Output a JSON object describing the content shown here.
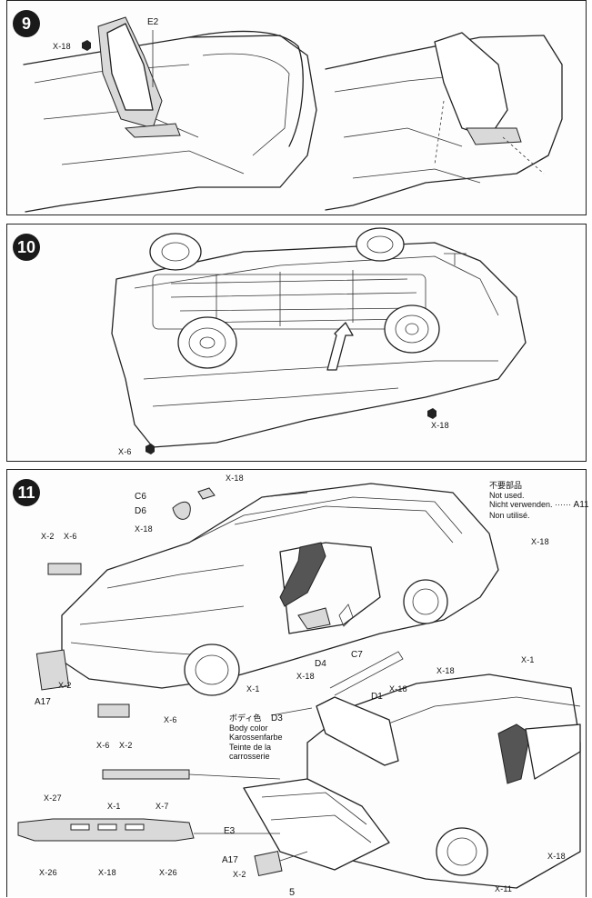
{
  "steps": {
    "s9": {
      "number": "9",
      "labels": {
        "e2": "E2",
        "x18": "X-18"
      }
    },
    "s10": {
      "number": "10",
      "labels": {
        "x18": "X-18",
        "x6": "X-6"
      }
    },
    "s11": {
      "number": "11",
      "labels": {
        "c6": "C6",
        "d6": "D6",
        "x18_top": "X-18",
        "x18_roof": "X-18",
        "x18_mirror": "X-18",
        "x2_a": "X-2",
        "x6_a": "X-6",
        "x2_plate": "X-2",
        "a17_front": "A17",
        "x1_door": "X-1",
        "d4": "D4",
        "x18_d4": "X-18",
        "c7": "C7",
        "x6_wheel": "X-6",
        "x6_under": "X-6",
        "x2_under": "X-2",
        "d1": "D1",
        "x18_d1": "X-18",
        "d3": "D3",
        "x18_wing": "X-18",
        "x1_rear": "X-1",
        "x1_bar": "X-1",
        "x7_bar": "X-7",
        "x27": "X-27",
        "e3": "E3",
        "x26_left": "X-26",
        "x18_bottom": "X-18",
        "x26_right": "X-26",
        "a17_rear": "A17",
        "x2_rear": "X-2",
        "x18_rear": "X-18",
        "x11": "X-11"
      },
      "body_color_note": [
        "ボディ色",
        "Body color",
        "Karossenfarbe",
        "Teinte de la",
        "carrosserie"
      ],
      "not_used_note": [
        "不要部品",
        "Not used.",
        "Nicht verwenden.",
        "Non utilisé."
      ],
      "not_used_part": "A11"
    }
  },
  "page_number": "5"
}
